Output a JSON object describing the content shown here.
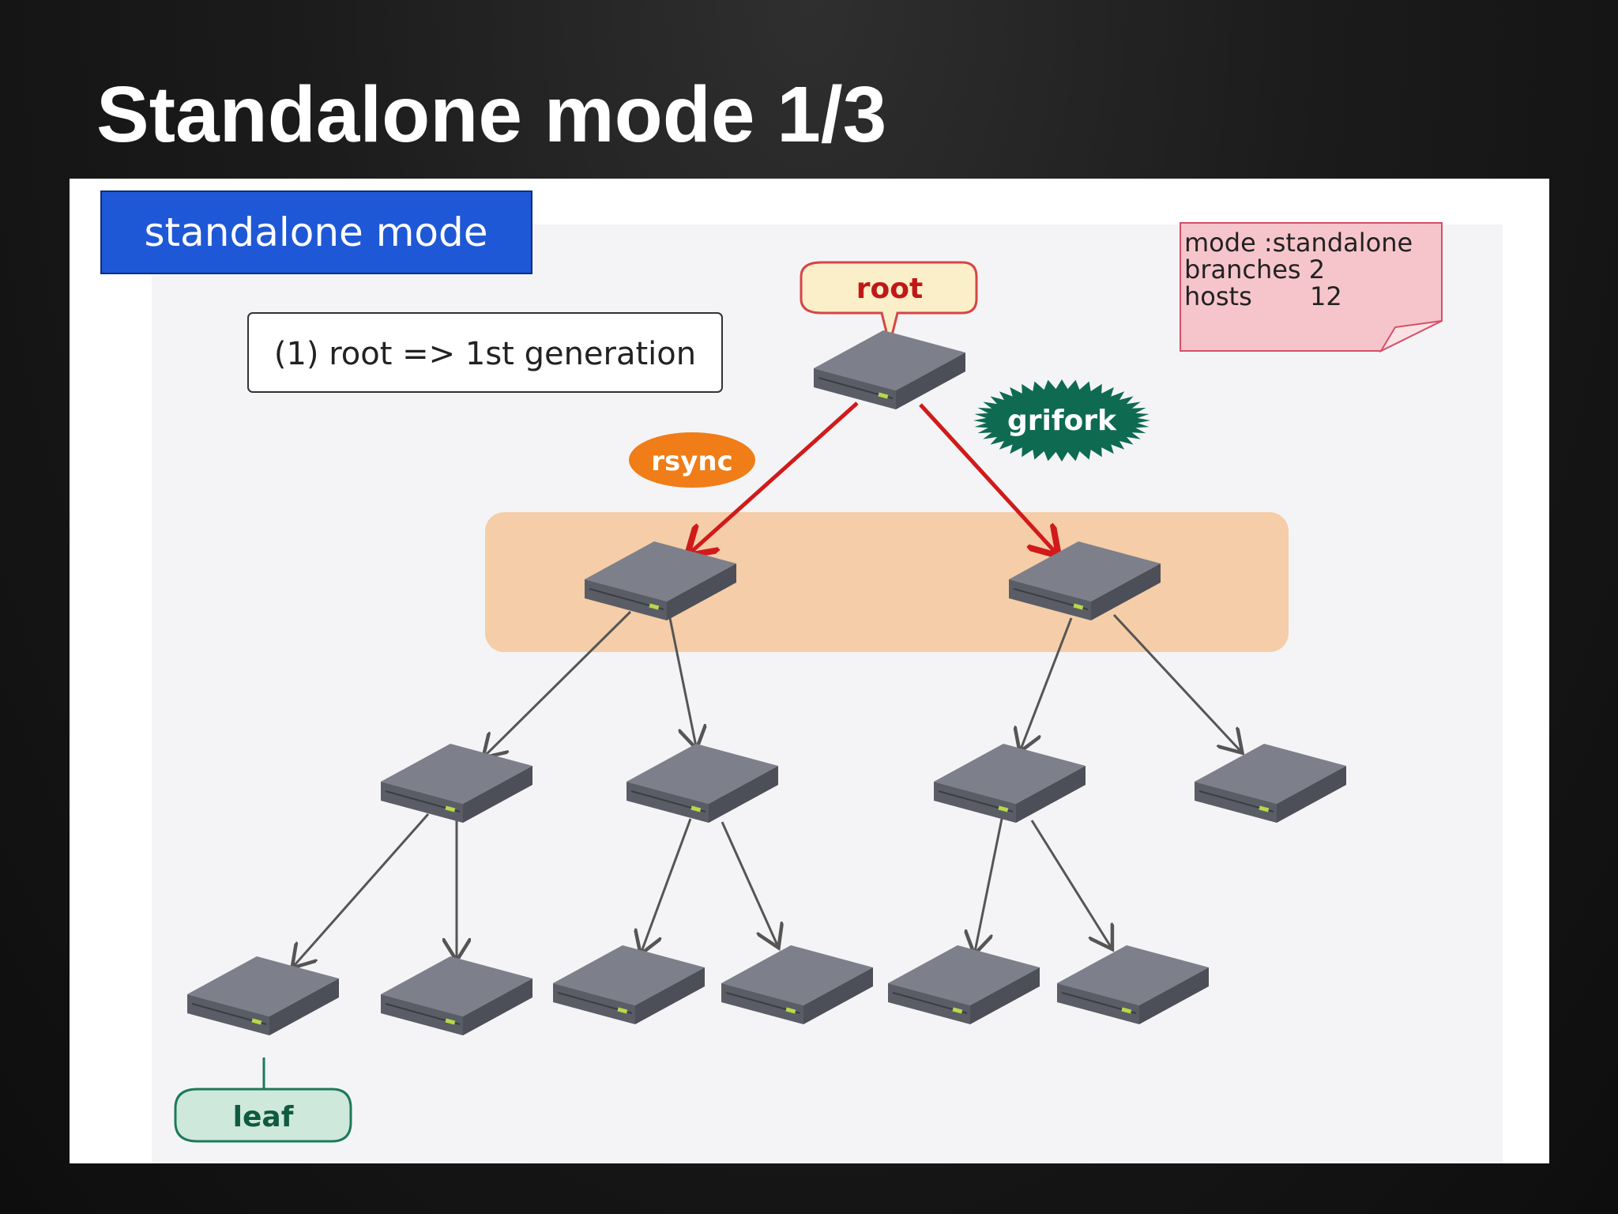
{
  "slide": {
    "title": "Standalone mode 1/3"
  },
  "diagram": {
    "mode_banner": "standalone mode",
    "step_label": "(1) root => 1st generation",
    "config_note": {
      "line1": "mode :standalone",
      "line2": "branches 2",
      "line3_key": "hosts",
      "line3_value": "12"
    },
    "callouts": {
      "root": "root",
      "leaf": "leaf",
      "rsync": "rsync",
      "grifork": "grifork"
    },
    "colors": {
      "banner": "#1f58d6",
      "highlight_band": "#f5c9a0",
      "red_arrow": "#d11a1a",
      "gray_arrow": "#555555",
      "rsync_badge": "#f07d17",
      "grifork_badge": "#0e6b52",
      "root_callout_bg": "#fbefc9",
      "root_callout_border": "#d64545",
      "leaf_callout_bg": "#cfe8dc",
      "leaf_callout_border": "#1c7a5a",
      "note_bg": "#f6c5cb",
      "note_border": "#d55066"
    }
  }
}
